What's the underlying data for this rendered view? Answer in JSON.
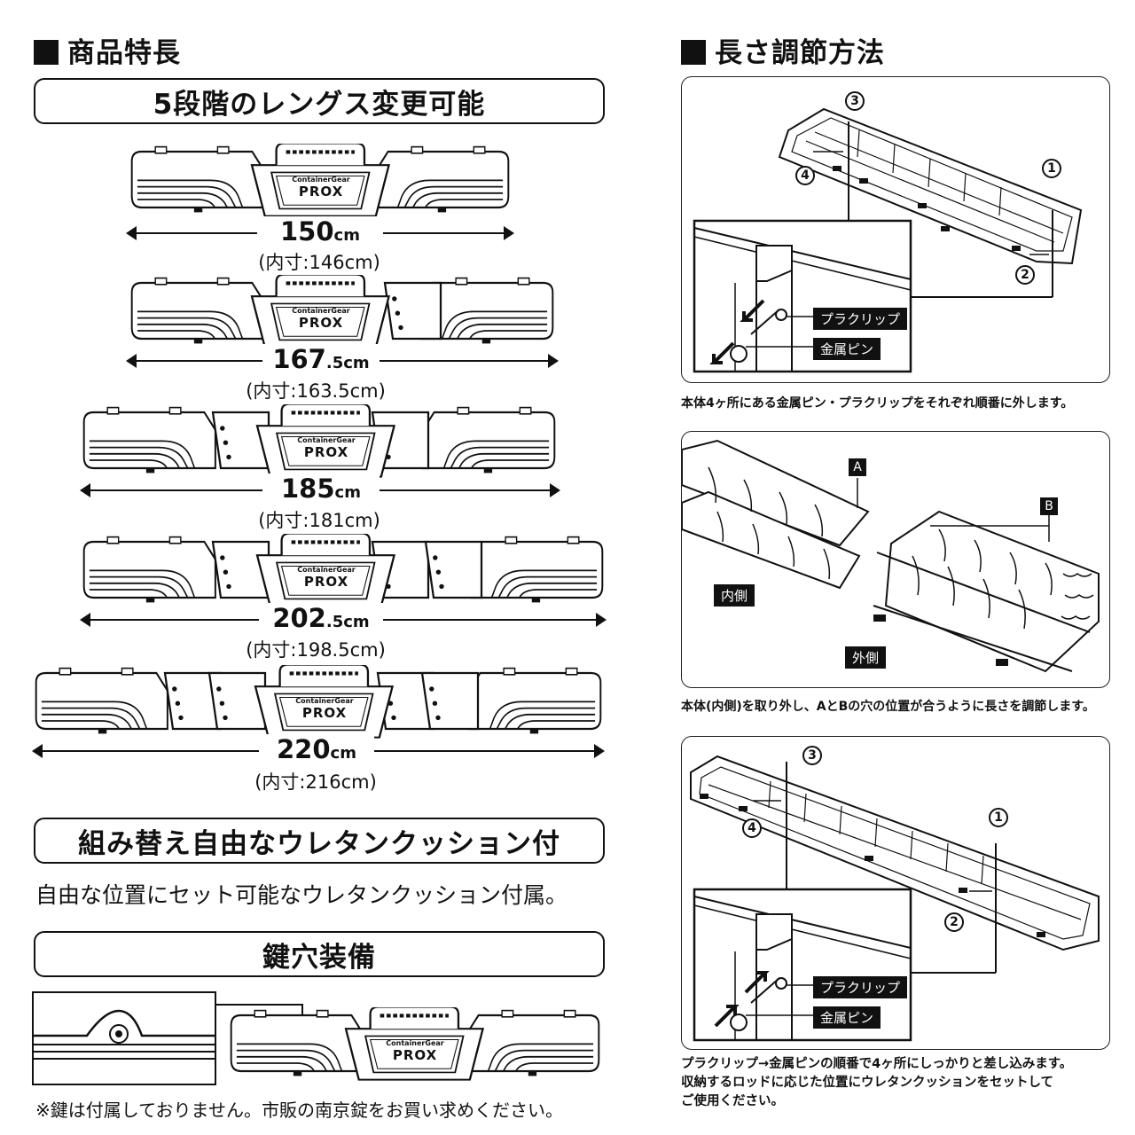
{
  "left": {
    "section_title": "商品特長",
    "banner_length": "5段階のレングス変更可能",
    "brand_small": "ContainerGear",
    "brand_main": "PROX",
    "lengths": [
      {
        "value": "150",
        "unit": "cm",
        "inner": "(内寸:146cm)"
      },
      {
        "value": "167",
        "value_small": ".5",
        "unit": "cm",
        "inner": "(内寸:163.5cm)"
      },
      {
        "value": "185",
        "unit": "cm",
        "inner": "(内寸:181cm)"
      },
      {
        "value": "202",
        "value_small": ".5",
        "unit": "cm",
        "inner": "(内寸:198.5cm)"
      },
      {
        "value": "220",
        "unit": "cm",
        "inner": "(内寸:216cm)"
      }
    ],
    "banner_cushion": "組み替え自由なウレタンクッション付",
    "cushion_text": "自由な位置にセット可能なウレタンクッション付属。",
    "banner_key": "鍵穴装備",
    "key_note": "※鍵は付属しておりません。市販の南京錠をお買い求めください。"
  },
  "right": {
    "section_title": "長さ調節方法",
    "label_clip": "プラクリップ",
    "label_pin": "金属ピン",
    "num1": "1",
    "num2": "2",
    "num3": "3",
    "num4": "4",
    "step1_caption": "本体4ヶ所にある金属ピン・プラクリップをそれぞれ順番に外します。",
    "label_inner": "内側",
    "label_outer": "外側",
    "label_a": "A",
    "label_b": "B",
    "step2_caption": "本体(内側)を取り外し、AとBの穴の位置が合うように長さを調節します。",
    "step3_caption_1": "プラクリップ→金属ピンの順番で4ヶ所にしっかりと差し込みます。",
    "step3_caption_2": "収納するロッドに応じた位置にウレタンクッションをセットして",
    "step3_caption_3": "ご使用ください。"
  }
}
